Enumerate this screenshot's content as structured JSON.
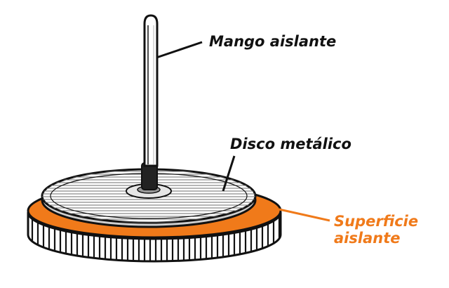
{
  "labels": {
    "handle": "Mango aislante",
    "disc": "Disco metálico",
    "surface_line1": "Superficie",
    "surface_line2": "aislante"
  },
  "colors": {
    "ink": "#111111",
    "accent": "#f07a1a",
    "paper": "#ffffff"
  }
}
